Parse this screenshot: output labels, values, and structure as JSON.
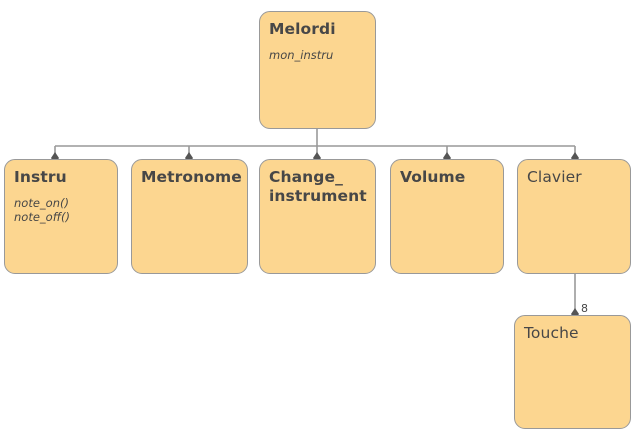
{
  "diagram": {
    "type": "uml-composition-diagram",
    "background": "#ffffff",
    "node_fill": "#FCD690",
    "node_border": "#999999",
    "text_color": "#474747",
    "edge_color": "#999999",
    "marker": "filled-diamond-composition"
  },
  "nodes": {
    "root": {
      "title": "Melordi",
      "members": [
        "mon_instru"
      ],
      "bold": true
    },
    "instru": {
      "title": "Instru",
      "members": [
        "note_on()",
        "note_off()"
      ],
      "bold": true
    },
    "metronome": {
      "title": "Metronome",
      "members": [],
      "bold": true
    },
    "change_instrument": {
      "title": "Change_\ninstrument",
      "members": [],
      "bold": true
    },
    "volume": {
      "title": "Volume",
      "members": [],
      "bold": true
    },
    "clavier": {
      "title": "Clavier",
      "members": [],
      "bold": false
    },
    "touche": {
      "title": "Touche",
      "members": [],
      "bold": false
    }
  },
  "edges": {
    "clavier_touche_multiplicity": "8"
  }
}
